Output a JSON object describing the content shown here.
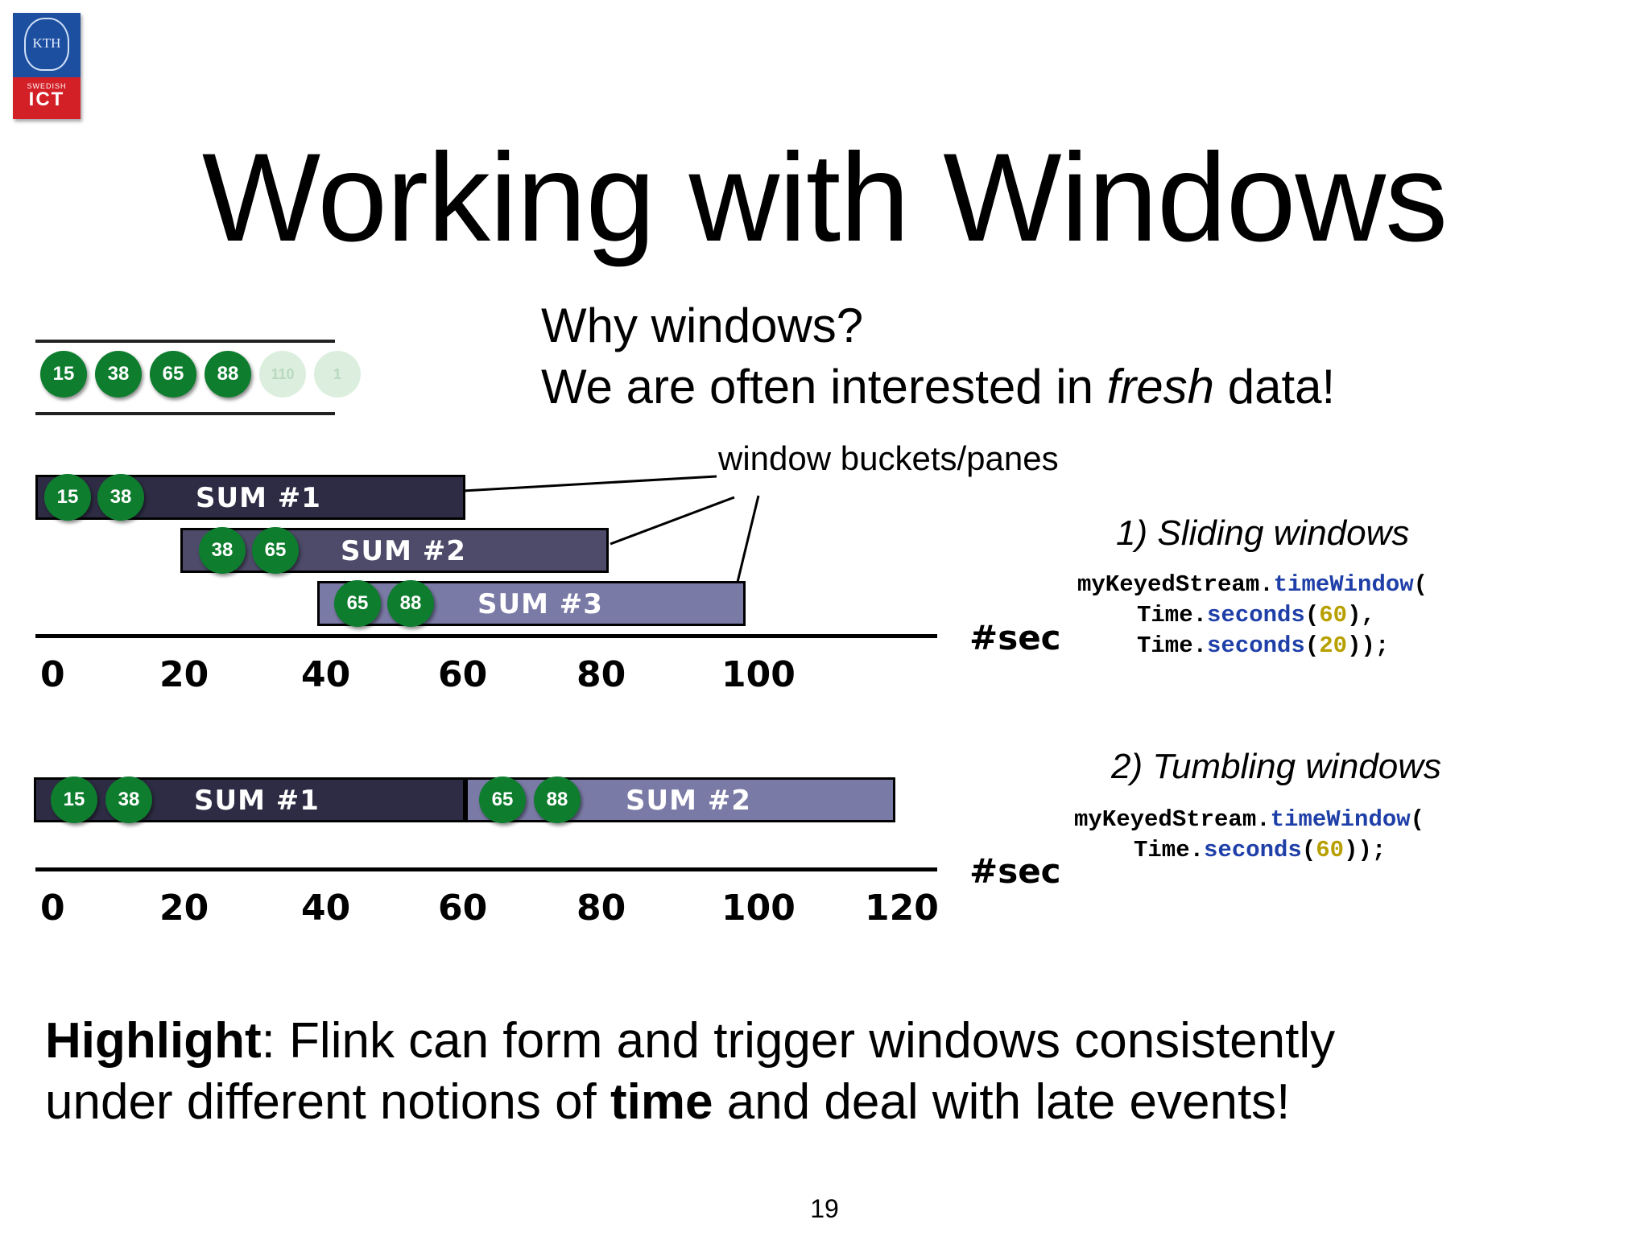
{
  "logo": {
    "seal_text": "KTH",
    "org": "SWEDISH",
    "mark": "ICT"
  },
  "title": "Working with Windows",
  "why": {
    "line1": "Why windows?",
    "line2_pre": "We are often interested in ",
    "line2_em": "fresh",
    "line2_post": " data!"
  },
  "stream": {
    "values": [
      "15",
      "38",
      "65",
      "88"
    ],
    "faded": [
      "110",
      "1"
    ]
  },
  "annotation": "window buckets/panes",
  "sliding": {
    "heading": "1) Sliding windows",
    "code": {
      "l1_obj": "myKeyedStream.",
      "l1_fn": "timeWindow",
      "l1_end": "(",
      "l2_obj": "Time.",
      "l2_fn": "seconds",
      "l2_open": "(",
      "l2_num": "60",
      "l2_end": "),",
      "l3_obj": "Time.",
      "l3_fn": "seconds",
      "l3_open": "(",
      "l3_num": "20",
      "l3_end": "));"
    },
    "windows": [
      {
        "label": "SUM #1",
        "a": "15",
        "b": "38",
        "color": "#2e2c44"
      },
      {
        "label": "SUM #2",
        "a": "38",
        "b": "65",
        "color": "#4d4b69"
      },
      {
        "label": "SUM #3",
        "a": "65",
        "b": "88",
        "color": "#7a7aa6"
      }
    ],
    "ticks": [
      "0",
      "20",
      "40",
      "60",
      "80",
      "100"
    ],
    "unit": "#sec"
  },
  "tumbling": {
    "heading": "2) Tumbling windows",
    "code": {
      "l1_obj": "myKeyedStream.",
      "l1_fn": "timeWindow",
      "l1_end": "(",
      "l2_obj": "Time.",
      "l2_fn": "seconds",
      "l2_open": "(",
      "l2_num": "60",
      "l2_end": "));"
    },
    "windows": [
      {
        "label": "SUM #1",
        "a": "15",
        "b": "38",
        "color": "#2e2c44"
      },
      {
        "label": "SUM #2",
        "a": "65",
        "b": "88",
        "color": "#7a7aa6"
      }
    ],
    "ticks": [
      "0",
      "20",
      "40",
      "60",
      "80",
      "100",
      "120"
    ],
    "unit": "#sec"
  },
  "highlight": {
    "bold1": "Highlight",
    "text1": ": Flink can form and trigger windows consistently",
    "text2_pre": "under different notions of ",
    "bold2": "time",
    "text2_post": " and deal with late events!"
  },
  "page_number": "19"
}
